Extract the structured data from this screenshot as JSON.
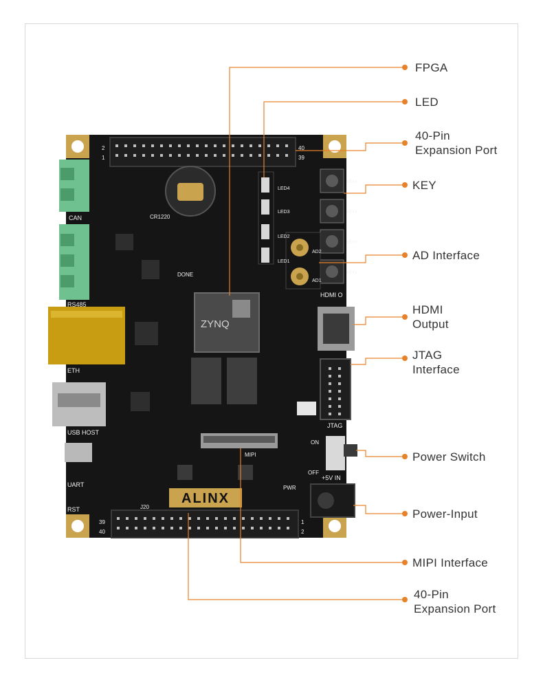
{
  "colors": {
    "accent": "#e8822a",
    "board": "#151515",
    "gold": "#c9a34e",
    "terminal_green": "#6fc28f",
    "text": "#333333"
  },
  "board": {
    "logo": "ALINX",
    "chip_brand": "ZYNQ",
    "silk": {
      "can": "CAN",
      "rs485": "RS485",
      "eth": "ETH",
      "usb_host": "USB HOST",
      "uart": "UART",
      "rst": "RST",
      "battery": "CR1220",
      "done": "DONE",
      "hdmi": "HDMI O",
      "jtag": "JTAG",
      "power_in": "+5V IN",
      "on": "ON",
      "off": "OFF",
      "mipi": "MIPI",
      "pwr": "PWR",
      "header_top_left_top": "2",
      "header_top_left_bottom": "1",
      "header_top_right_top": "40",
      "header_top_right_bottom": "39",
      "header_bottom_left_top": "39",
      "header_bottom_left_bottom": "40",
      "header_bottom_right_top": "1",
      "header_bottom_right_bottom": "2",
      "j20": "J20",
      "led1": "LED1",
      "led2": "LED2",
      "led3": "LED3",
      "led4": "LED4",
      "key1": "KEY1",
      "key2": "KEY2",
      "key3": "KEY3",
      "key4": "KEY4",
      "ad1": "AD1",
      "ad2": "AD2"
    }
  },
  "callouts": [
    {
      "id": "fpga",
      "label": "FPGA"
    },
    {
      "id": "led",
      "label": "LED"
    },
    {
      "id": "expansion-top",
      "label": "40-Pin\nExpansion Port"
    },
    {
      "id": "key",
      "label": "KEY"
    },
    {
      "id": "ad",
      "label": "AD Interface"
    },
    {
      "id": "hdmi",
      "label": "HDMI\nOutput"
    },
    {
      "id": "jtag",
      "label": "JTAG\nInterface"
    },
    {
      "id": "power-switch",
      "label": "Power Switch"
    },
    {
      "id": "power-input",
      "label": "Power-Input"
    },
    {
      "id": "mipi",
      "label": "MIPI Interface"
    },
    {
      "id": "expansion-bottom",
      "label": "40-Pin\nExpansion Port"
    }
  ]
}
